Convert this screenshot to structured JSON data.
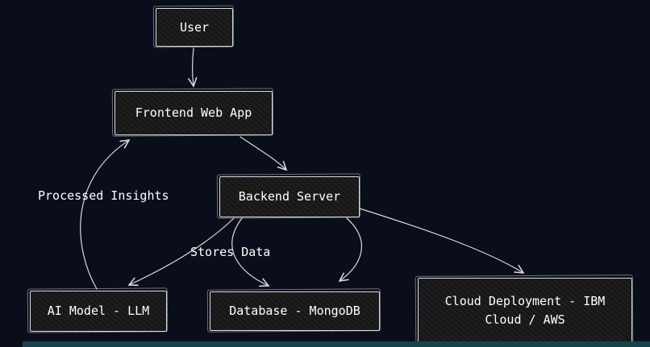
{
  "diagram": {
    "nodes": {
      "user": {
        "label": "User"
      },
      "frontend": {
        "label": "Frontend Web App"
      },
      "backend": {
        "label": "Backend Server"
      },
      "ai_model": {
        "label": "AI Model - LLM"
      },
      "database": {
        "label": "Database - MongoDB"
      },
      "cloud": {
        "label": "Cloud Deployment - IBM Cloud / AWS"
      }
    },
    "edges": [
      {
        "from": "User",
        "to": "Frontend Web App",
        "label": ""
      },
      {
        "from": "Frontend Web App",
        "to": "Backend Server",
        "label": ""
      },
      {
        "from": "Backend Server",
        "to": "AI Model - LLM",
        "label": ""
      },
      {
        "from": "AI Model - LLM",
        "to": "Frontend Web App",
        "label": "Processed Insights"
      },
      {
        "from": "Backend Server",
        "to": "Database - MongoDB",
        "label": "Stores Data"
      },
      {
        "from": "Backend Server",
        "to": "Database - MongoDB",
        "label": ""
      },
      {
        "from": "Backend Server",
        "to": "Cloud Deployment - IBM Cloud / AWS",
        "label": ""
      }
    ],
    "edge_labels": {
      "processed_insights": "Processed Insights",
      "stores_data": "Stores Data"
    },
    "colors": {
      "background": "#0a0e1b",
      "node_fill": "#1c1c1c",
      "stroke": "#dcdcdc",
      "text": "#ffffff",
      "bottom_bar": "#15434d"
    }
  }
}
